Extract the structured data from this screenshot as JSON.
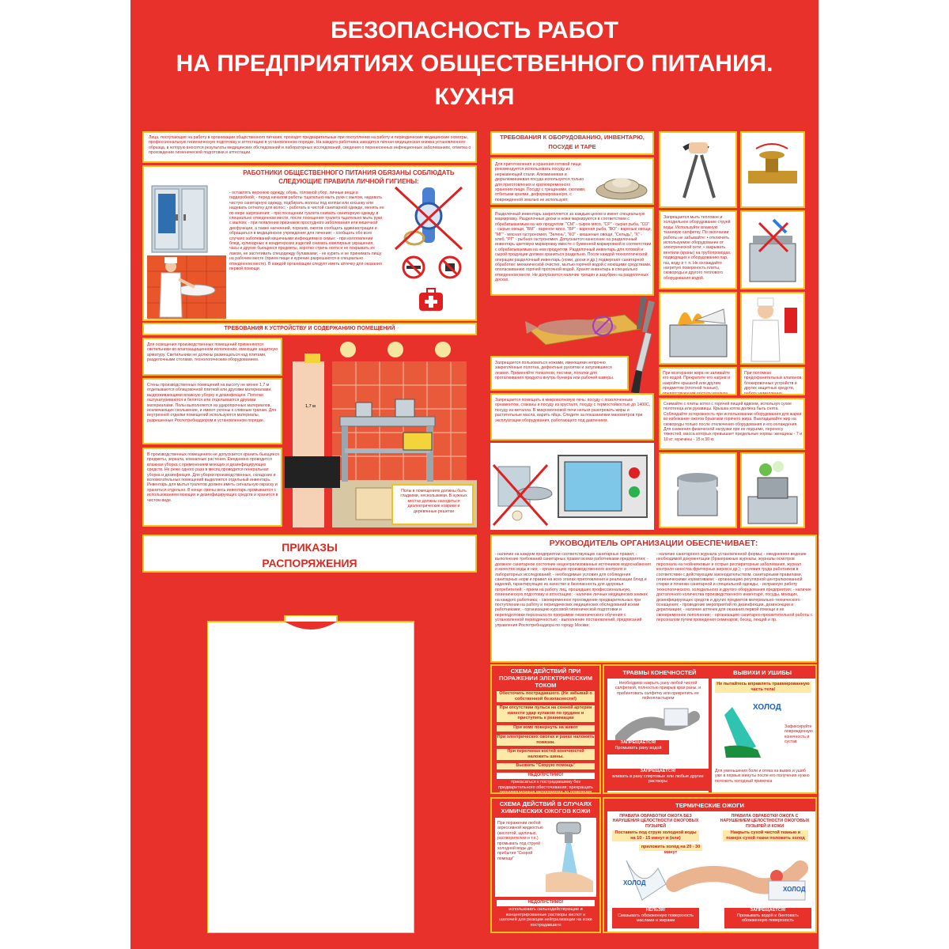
{
  "title": {
    "line1": "БЕЗОПАСНОСТЬ РАБОТ",
    "line2": "НА ПРЕДПРИЯТИЯХ ОБЩЕСТВЕННОГО ПИТАНИЯ.",
    "line3": "КУХНЯ"
  },
  "intro": "Лица, поступающие на работу в организации общественного питания, проходят предварительные при поступлении на работу и периодические медицинские осмотры, профессиональную гигиеническую подготовку и аттестацию в установленном порядке. На каждого работника заводится личная медицинская книжка установленного образца, в которую вносятся результаты медицинских обследований и лабораторных исследований, сведения о перенесенных инфекционных заболеваниях, отметка о прохождении гигиенической подготовки и аттестации.",
  "hygiene": {
    "header": "РАБОТНИКИ ОБЩЕСТВЕННОГО ПИТАНИЯ ОБЯЗАНЫ СОБЛЮДАТЬ СЛЕДУЮЩИЕ ПРАВИЛА ЛИЧНОЙ ГИГИЕНЫ:",
    "text": "- оставлять верхнюю одежду, обувь, головной убор, личные вещи в гардеробной; - перед началом работы тщательно мыть руки с мылом, надевать чистую санитарную одежду, подбирать волосы под колпак или косынку или надевать сетчатку для волос; - работать в чистой санитарной одежде, менять ее по мере загрязнения; - при посещении туалета снимать санитарную одежду в специально отведенном месте, после посещения туалета тщательно мыть руки с мылом; - при появлении признаков простудного заболевания или кишечной дисфункции, а также нагноений, порезов, ожогов сообщать администрации и обращаться в медицинское учреждение для лечения; - сообщать обо всех случаях заболеваний кишечными инфекциями в семье; - при изготовлении блюд, кулинарных и кондитерских изделий снимать ювелирные украшения, часы и другие бьющиеся предметы, коротко стричь ногти и не покрывать их лаком, не застегивать спецодежду булавками; - не курить и не принимать пищу на рабочем месте (прием пищи и курение разрешаются в специально отведенном месте). В каждой организации следует иметь аптечку для оказания первой помощи."
  },
  "premises": {
    "header": "ТРЕБОВАНИЯ К УСТРОЙСТВУ И СОДЕРЖАНИЮ ПОМЕЩЕНИЙ",
    "text1": "Для освещения производственных помещений применяются светильники во влагозащищенном исполнении, имеющие защитную арматуру. Светильники не должны размещаться над плитами, разделочными столами, технологическим оборудованием.",
    "text2": "Стены производственных помещений на высоту не менее 1,7 м отделываются облицовочной плиткой или другими материалами, выдерживающими влажную уборку и дезинфекцию. Потолки оштукатуриваются и белятся или отделываются другими материалами. Полы выполняются из ударопрочных материалов, исключающих скольжение, и имеют уклоны к сливным трапам. Для внутренней отделки помещений используются материалы, разрешенные Роспотребнадзором в установленном порядке.",
    "text3": "В производственных помещениях не допускается хранить бьющиеся предметы, зеркала, комнатные растения. Ежедневно проводится влажная уборка с применением моющих и дезинфицирующих средств. Не реже одного раза в месяц проводится генеральная уборка и дезинфекция. Для уборки производственных, складских и вспомогательных помещений выделяется отдельный инвентарь. Инвентарь для мытья туалетов должен иметь сигнальную окраску и храниться отдельно. В конце смены весь инвентарь промывается с использованием моющих и дезинфицирующих средств и хранится в чистом виде.",
    "height_label": "1,7 м",
    "floor_note": "Полы в помещениях должны быть гладкими, нескользкими. В нужных местах должны находиться диэлектрические коврики и деревянные решетки"
  },
  "equipment": {
    "header": "ТРЕБОВАНИЯ К ОБОРУДОВАНИЮ, ИНВЕНТАРЮ, ПОСУДЕ И ТАРЕ",
    "text1": "Для приготовления и хранения готовой пищи рекомендуется использовать посуду из нержавеющей стали. Алюминиевая и дюралюминиевая посуда используется только для приготовления и кратковременного хранения пищи. Посуду с трещинами, сколами, отбитыми краями, деформированную, с поврежденной эмалью не используют.",
    "text2": "Разделочный инвентарь закрепляется за каждым цехом и имеет специальную маркировку. Разделочные доски и ножи маркируются в соответствии с обрабатываемым на них продуктом: \"СМ\" - сырое мясо, \"СР\" - сырая рыба, \"СО\" - сырые овощи, \"ВМ\" - вареное мясо, \"ВР\" - вареная рыба, \"ВО\" - вареные овощи, \"МГ\" - мясная гастрономия, \"Зелень\", \"КО\" - квашеные овощи, \"Сельдь\", \"Х\" - хлеб, \"РГ\" - рыбная гастрономия. Допускается нанесение на разделочный инвентарь цветовую маркировку вместе с буквенной маркировкой в соответствии с обрабатываемым на нем продуктом. Разделочный инвентарь для готовой и сырой продукции должен храниться раздельно. После каждой технологической операции разделочный инвентарь (ножи, доски и др.) подвергают санитарной обработке: механической очистке, мытью горячей водой с моющими средствами, ополаскиванию горячей проточной водой. Хранят инвентарь в специально отведенном месте. Не допускается наличие трещин и зазубрин на разделочных досках.",
    "text3": "Запрещается пользоваться ножами, имеющими непрочно закреплённые полотна, дефектные рукоятки и затупившиеся лезвия. Применяйте толкатели, пестики, лопатки для проталкивания продукта внутрь бункера или рабочей камеры.",
    "text4": "Запрещается помещать в микроволновую печь: посуду с позолоченным орнаментом, стаканы и посуду из хрусталя, посуду с термостойкостью до 1400С, посуду из металла. В микроволновой печи нельзя разогревать жиры и растительные масла, варить яйца. Следите за показаниями манометров при эксплуатации оборудования, работающего под давлением."
  },
  "right_cards": {
    "c1": "Запрещается мыть тепловое и холодильное оборудование струей воды. Используйте влажную тканевую салфетку. По окончании работы не забывайте: • отключить используемое оборудование от электрической сети; • закрывать вентили (краны) на трубопроводах, подводящих к оборудованию пар, газ, воду и т. п. Не охлаждайте нагретую поверхность плиты, сковороды и другого теплового оборудования водой.",
    "c2": "При возгорании жира не заливайте его водой. Прекратите его нагрев и накройте крышкой или другим предметом (плотной тканью), препятствующим доступу воздуха.",
    "c3": "При поломках предохранительных клапанов, блокировочных устройств и других защитных средств, работу немедленно прекращать.",
    "c4": "Снимайте с плиты котел с горячей пищей вдвоем, используя сухие полотенца или рукавицы. Крышка котла должна быть снята. Соблюдайте осторожность при использовании оборудования для жарки во избежание ожогов брызгами горячего жира. Выкладывайте жир на сковороды только после отключения оборудования и его охлаждения. Для снижения физической нагрузки при ее подъеме, переносу тяжестей, масса которых превышает предельные нормы: женщины - 7 и 10 кг; мужчины - 15 и 30 кг."
  },
  "orders": {
    "line1": "ПРИКАЗЫ",
    "line2": "РАСПОРЯЖЕНИЯ"
  },
  "manager": {
    "header": "РУКОВОДИТЕЛЬ ОРГАНИЗАЦИИ ОБЕСПЕЧИВАЕТ:",
    "col1": "- наличие на каждом предприятии соответствующих санитарных правил; - выполнение требований санитарных правил всеми работниками предприятия; - должное санитарное состояние нецентрализованных источников водоснабжения и качество воды в них; - организацию производственного контроля и лабораторных исследований; - необходимые условия для соблюдения санитарных норм и правил на всех этапах приготовления и реализации блюд и изделий, гарантирующих их качество и безопасность для здоровья потребителей; - прием на работу лиц, прошедших профессиональную, гигиеническую подготовку и аттестацию; - наличие личных медицинских книжек на каждого работника; - своевременное прохождение предварительных при поступлении на работу и периодических медицинских обследований всеми работниками; - организацию курсовой гигиенической подготовки и переподготовки персонала по программе гигиенического обучения с установленной периодичностью; - выполнение постановлений, предписаний управления Роспотребнадзора по городу Москве;",
    "col2": "- наличие санитарного журнала установленной формы; - ежедневное ведение необходимой документации (бракеражные журналы, журналы осмотров персонала на гнойничковые и острые респираторные заболевания, журнал контроля качества фритюрных жиров и др.); - условия труда работников в соответствии с действующим законодательством, санитарными правилами, гигиеническими нормативами; - организацию регулярной централизованной стирки и починки санитарной и специальной одежды; - исправную работу технологического, холодильного и другого оборудования предприятия; - наличие достаточного количества производственного инвентаря, посуды, моющих, дезинфицирующих средств и других предметов материально-технического оснащения; - проведение мероприятий по дезинфекции, дезинсекции и дератизации; - наличие аптечек для оказания первой помощи и их своевременное пополнение; - организацию санитарно-просветительной работы с персоналом путем проведения семинаров, бесед, лекций и пр."
  },
  "electric": {
    "header": "СХЕМА ДЕЙСТВИЙ ПРИ ПОРАЖЕНИИ ЭЛЕКТРИЧЕСКИМ ТОКОМ",
    "step1": "Обесточить пострадавшего. (Не забывай о собственной безопасности!)",
    "step2": "При отсутствии пульса на сонной артерии нанести удар кулаком по грудине и приступить к реанимации",
    "step3": "При коме повернуть на живот",
    "step4": "При электрических ожогах и ранах наложить повязки.",
    "step5": "При переломах костей конечностей наложить шины.",
    "step6": "Вызвать \"Скорую помощь\"",
    "warn_title": "НЕДОПУСТИМО!",
    "warn_text": "прикасаться к пострадавшему без предварительного обесточивания; прекращать реанимационные мероприятия до появления признаков биологической смерти"
  },
  "chemical": {
    "header": "СХЕМА ДЕЙСТВИЙ В СЛУЧАЯХ ХИМИЧЕСКИХ ОЖОГОВ КОЖИ",
    "text": "При поражении любой агрессивной жидкостью (кислотой, щелочью, растворителем и т.п.) промывать под струей холодной воды до прибытия \"Скорой помощи\"",
    "warn_title": "НЕДОПУСТИМО!",
    "warn_text": "использовать сильнодействующие и концентрированные растворы кислот и щелочей для реакции нейтрализации на коже пострадавшего"
  },
  "injuries": {
    "header_left": "ТРАВМЫ КОНЕЧНОСТЕЙ",
    "header_right": "ВЫВИХИ И УШИБЫ",
    "text1": "Необходимо накрыть рану любой чистой салфеткой, полностью прикрыв края раны, и прибинтовать салфетку или прикрепить ее лейкопластырем",
    "forbid1_title": "ЗАПРЕЩАЕТСЯ!",
    "forbid1_text": "Промывать рану водой",
    "forbid2_title": "ЗАПРЕЩАЕТСЯ!",
    "forbid2_text": "вливать в рану спиртовые или любые другие растворы",
    "dislocation_warn": "Не пытайтесь вправлять травмированную часть тела!",
    "cold_label": "ХОЛОД",
    "fix_text": "Зафиксируйте поврежденную конечность и сустав",
    "bottom_text": "Для уменьшения боли и отека на вывих и ушиб уже в первые минуты после его получения нужно положить холодный примочка"
  },
  "thermal": {
    "header": "ТЕРМИЧЕСКИЕ ОЖОГИ",
    "left_title": "ПРАВИЛА ОБРАБОТКИ ОЖОГА БЕЗ НАРУШЕНИЯ ЦЕЛОСТНОСТИ ОЖОГОВЫХ ПУЗЫРЕЙ",
    "left_step1": "Поставить под струю холодной воды на 10 - 15 минут и (или)",
    "left_step2": "приложить холод на 20 - 30 минут",
    "right_title": "ПРАВИЛА ОБРАБОТКИ ОЖОГА С НАРУШЕНИЕМ ЦЕЛОСТНОСТИ ОЖОГОВЫХ ПУЗЫРЕЙ И КОЖИ",
    "right_step1": "Накрыть сухой чистой тканью и поверх сухой ткани положить холод",
    "cold_label_left": "ХОЛОД",
    "cold_label_right": "ХОЛОД",
    "forbid_left_title": "НЕЛЬЗЯ!",
    "forbid_left_text": "Смазывать обожженную поверхность маслами и жирами",
    "forbid_right_title": "ЗАПРЕЩАЕТСЯ!",
    "forbid_right_text": "Промывать водой и бинтовать обожженную поверхность"
  },
  "colors": {
    "board": "#e8312b",
    "border": "#f3c11c",
    "text_red": "#c62020",
    "pill": "#fde9a8"
  }
}
